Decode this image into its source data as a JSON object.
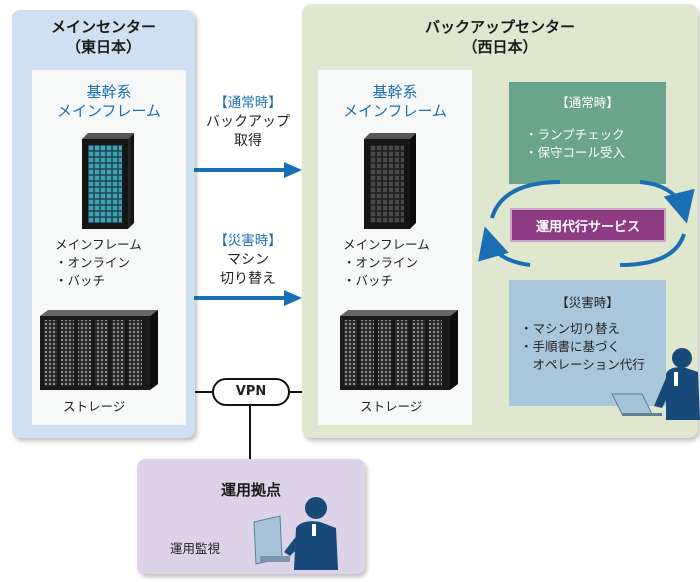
{
  "main_center": {
    "title_line1": "メインセンター",
    "title_line2": "（東日本）",
    "system_line1": "基幹系",
    "system_line2": "メインフレーム",
    "list": [
      "メインフレーム",
      "・オンライン",
      "・バッチ"
    ],
    "storage": "ストレージ"
  },
  "backup_center": {
    "title_line1": "バックアップセンター",
    "title_line2": "（西日本）",
    "system_line1": "基幹系",
    "system_line2": "メインフレーム",
    "list": [
      "メインフレーム",
      "・オンライン",
      "・バッチ"
    ],
    "storage": "ストレージ"
  },
  "flows": {
    "normal_tag": "【通常時】",
    "normal_line1": "バックアップ",
    "normal_line2": "取得",
    "disaster_tag": "【災害時】",
    "disaster_line1": "マシン",
    "disaster_line2": "切り替え"
  },
  "service": {
    "label": "運用代行サービス",
    "normal_tag": "【通常時】",
    "normal_items": [
      "・ランプチェック",
      "・保守コール受入"
    ],
    "disaster_tag": "【災害時】",
    "disaster_items": [
      "・マシン切り替え",
      "・手順書に基づく",
      "　オペレーション代行"
    ]
  },
  "vpn": "VPN",
  "ops_site": {
    "title": "運用拠点",
    "label": "運用監視"
  },
  "colors": {
    "main_panel": "#cfe0f2",
    "backup_panel": "#dfe7cf",
    "ops_panel": "#ddd3e8",
    "flow_blue": "#1a6fb4",
    "service_purple": "#8d3c84",
    "normal_green": "#6aa58b",
    "disaster_blue": "#a9c6db"
  }
}
